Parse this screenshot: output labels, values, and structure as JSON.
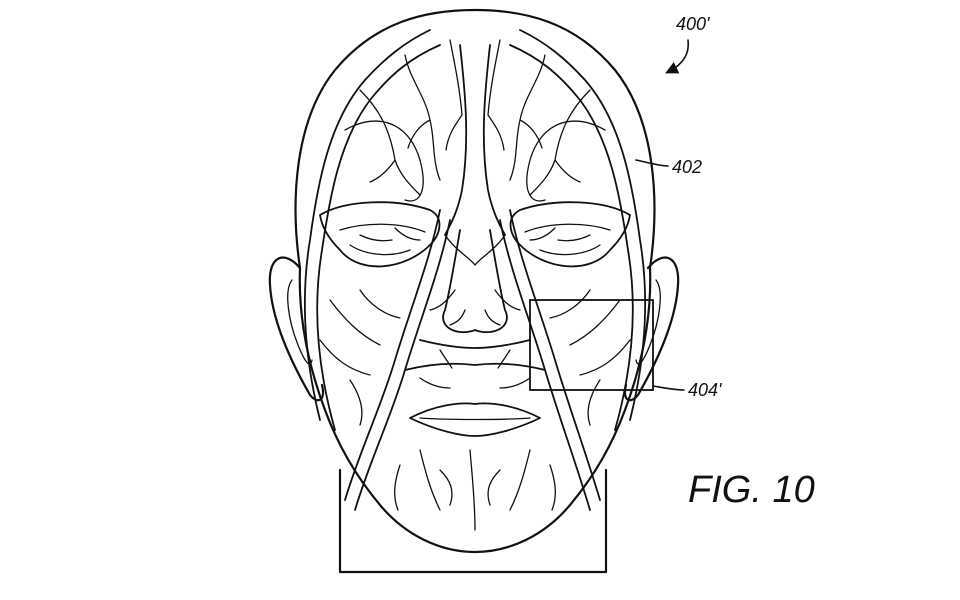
{
  "figure": {
    "reference_numeral": "400'",
    "vessel_label": "402",
    "region_label": "404'",
    "caption": "FIG. 10"
  },
  "colors": {
    "line": "#111111",
    "background": "#ffffff"
  },
  "icons": {
    "pointer_arrow": "curved-arrow-icon"
  }
}
